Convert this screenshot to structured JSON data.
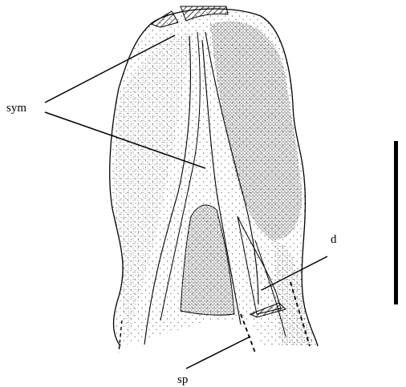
{
  "labels": {
    "sym": "sym",
    "d": "d",
    "sp": "sp"
  },
  "colors": {
    "ink": "#000000",
    "paper": "#ffffff"
  }
}
